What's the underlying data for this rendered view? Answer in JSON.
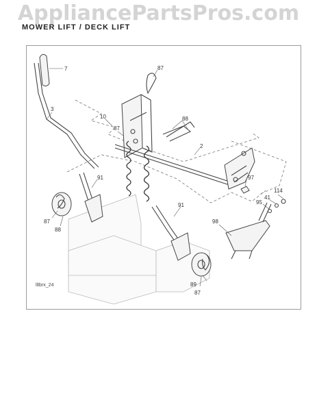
{
  "watermark": {
    "text": "AppliancePartsPros.com"
  },
  "header": {
    "title": "MOWER LIFT / DECK LIFT"
  },
  "figure": {
    "id_label": "lltbrx_24",
    "callouts": [
      {
        "id": "c7",
        "label": "7"
      },
      {
        "id": "c3",
        "label": "3"
      },
      {
        "id": "c87a",
        "label": "87"
      },
      {
        "id": "c10",
        "label": "10"
      },
      {
        "id": "c87b",
        "label": "87"
      },
      {
        "id": "c88a",
        "label": "88"
      },
      {
        "id": "c2",
        "label": "2"
      },
      {
        "id": "c97",
        "label": "97"
      },
      {
        "id": "c114",
        "label": "114"
      },
      {
        "id": "c41",
        "label": "41"
      },
      {
        "id": "c95",
        "label": "95"
      },
      {
        "id": "c91a",
        "label": "91"
      },
      {
        "id": "c87c",
        "label": "87"
      },
      {
        "id": "c88b",
        "label": "88"
      },
      {
        "id": "c91b",
        "label": "91"
      },
      {
        "id": "c98",
        "label": "98"
      },
      {
        "id": "c89",
        "label": "89"
      },
      {
        "id": "c87d",
        "label": "87"
      }
    ]
  }
}
